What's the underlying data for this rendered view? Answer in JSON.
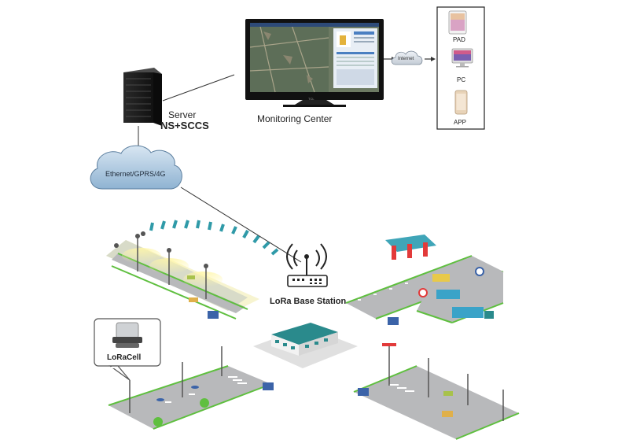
{
  "server": {
    "label": "Server",
    "sublabel": "NS+SCCS"
  },
  "monitoring_center": {
    "label": "Monitoring Center",
    "tv_brand": "TCL"
  },
  "internet_cloud": {
    "label": "Internet"
  },
  "network_cloud": {
    "label": "Ethernet/GPRS/4G"
  },
  "clients": [
    {
      "label": "PAD",
      "icon": "tablet-icon"
    },
    {
      "label": "PC",
      "icon": "desktop-icon"
    },
    {
      "label": "APP",
      "icon": "smartphone-icon"
    }
  ],
  "base_station": {
    "label": "LoRa Base Station"
  },
  "loracell": {
    "label": "LoRaCell"
  },
  "colors": {
    "road": "#b8b9bb",
    "road_edge": "#5fbf3f",
    "signal_arc": "#2f9aa8",
    "building_teal": "#2a8a8c",
    "gas_roof": "#3fa5b8"
  }
}
